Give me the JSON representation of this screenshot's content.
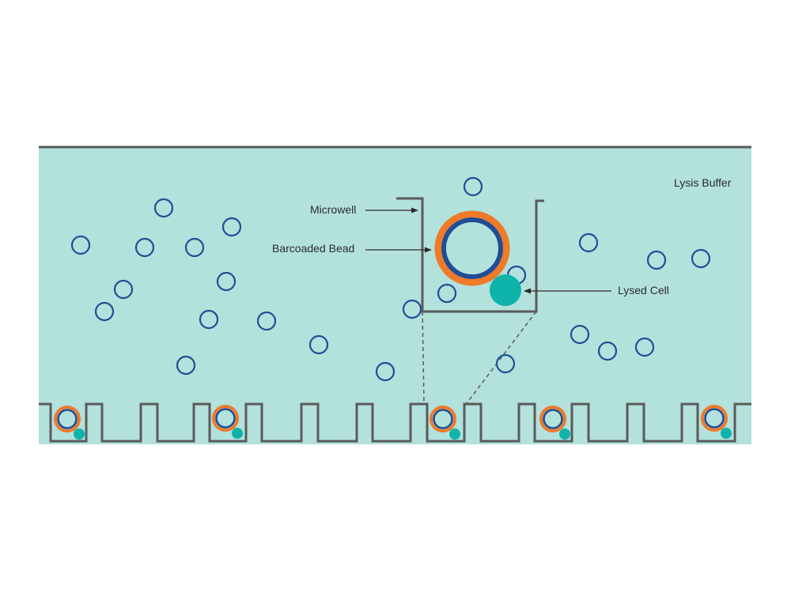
{
  "labels": {
    "lysis_buffer": "Lysis Buffer",
    "microwell": "Microwell",
    "barcoded_bead": "Barcoaded Bead",
    "lysed_cell": "Lysed Cell"
  },
  "colors": {
    "buffer": "#b3e1dc",
    "wall": "#5a5a5a",
    "mrna_ring": "#1f4e96",
    "bead_outer": "#ee7a2a",
    "bead_inner": "#1f4e96",
    "cell": "#0eb3aa",
    "text": "#2b2b2b"
  }
}
